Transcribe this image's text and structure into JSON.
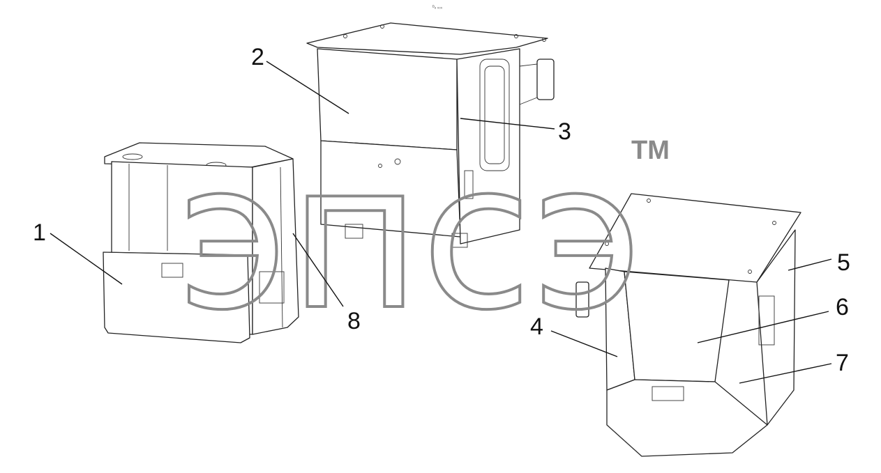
{
  "header": {
    "small_mark": "ᴰ₆ ₀₀₀"
  },
  "callouts": [
    {
      "id": "1",
      "label": "1"
    },
    {
      "id": "2",
      "label": "2"
    },
    {
      "id": "3",
      "label": "3"
    },
    {
      "id": "4",
      "label": "4"
    },
    {
      "id": "5",
      "label": "5"
    },
    {
      "id": "6",
      "label": "6"
    },
    {
      "id": "7",
      "label": "7"
    },
    {
      "id": "8",
      "label": "8"
    }
  ],
  "watermark": {
    "text": "эпсэ",
    "tm": "TM"
  }
}
